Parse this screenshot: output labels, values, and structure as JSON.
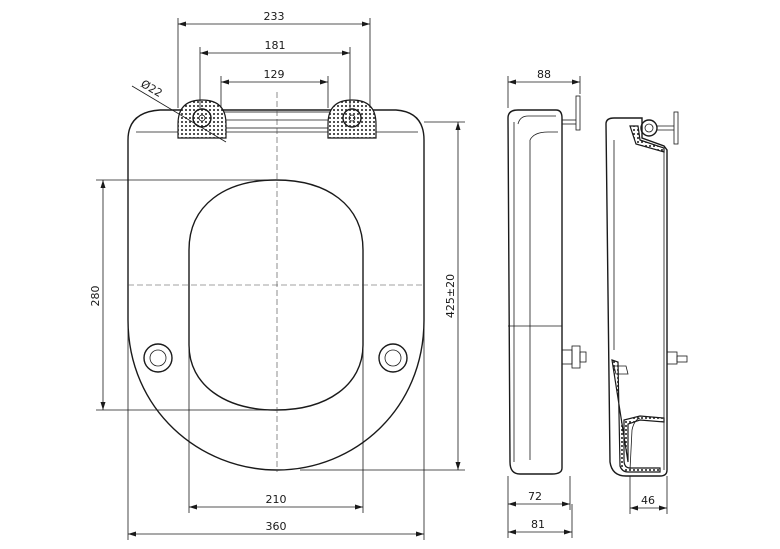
{
  "dimensions": {
    "top_width": "233",
    "hinge_outer": "181",
    "hinge_inner": "129",
    "hinge_diameter": "Ø22",
    "inner_height": "280",
    "total_height": "425±20",
    "opening_width": "210",
    "total_width": "360",
    "side_depth_top": "88",
    "side_depth_bottom": "72",
    "side_depth_total": "81",
    "section_depth": "46"
  }
}
